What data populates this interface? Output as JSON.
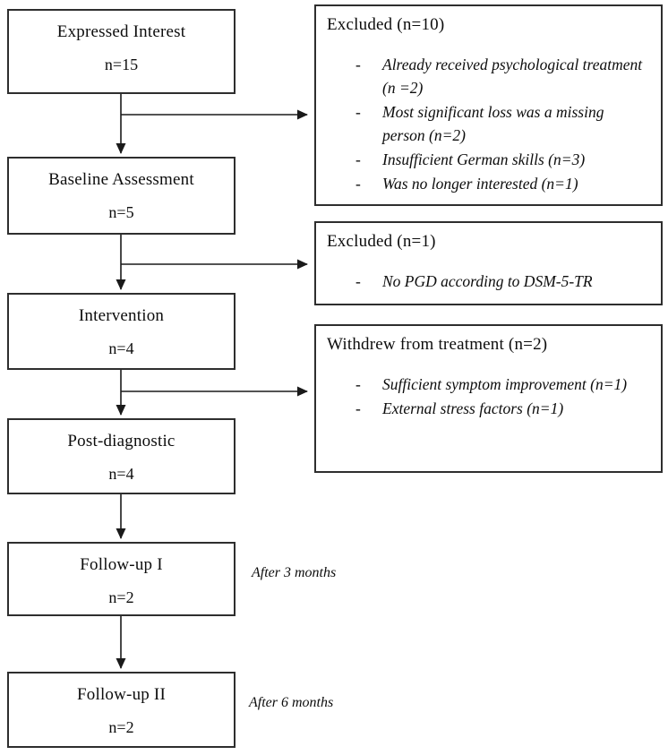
{
  "flow_boxes": [
    {
      "label": "Expressed Interest",
      "n": "n=15"
    },
    {
      "label": "Baseline Assessment",
      "n": "n=5"
    },
    {
      "label": "Intervention",
      "n": "n=4"
    },
    {
      "label": "Post-diagnostic",
      "n": "n=4"
    },
    {
      "label": "Follow-up I",
      "n": "n=2"
    },
    {
      "label": "Follow-up II",
      "n": "n=2"
    }
  ],
  "side_boxes": [
    {
      "title": "Excluded (n=10)",
      "items": [
        "Already received psychological treatment (n =2)",
        "Most significant loss was a missing person (n=2)",
        "Insufficient German skills (n=3)",
        "Was no longer interested (n=1)"
      ]
    },
    {
      "title": "Excluded (n=1)",
      "items": [
        "No PGD according to DSM-5-TR"
      ]
    },
    {
      "title": "Withdrew from treatment (n=2)",
      "items": [
        "Sufficient symptom improvement (n=1)",
        "External stress factors (n=1)"
      ]
    }
  ],
  "annotations": [
    {
      "text": "After 3 months"
    },
    {
      "text": "After 6 months"
    }
  ],
  "bullets": {
    "dash": "-"
  },
  "colors": {
    "border": "#2e2e2e",
    "text": "#0d0d0d",
    "background": "#ffffff",
    "arrow": "#1a1a1a"
  }
}
